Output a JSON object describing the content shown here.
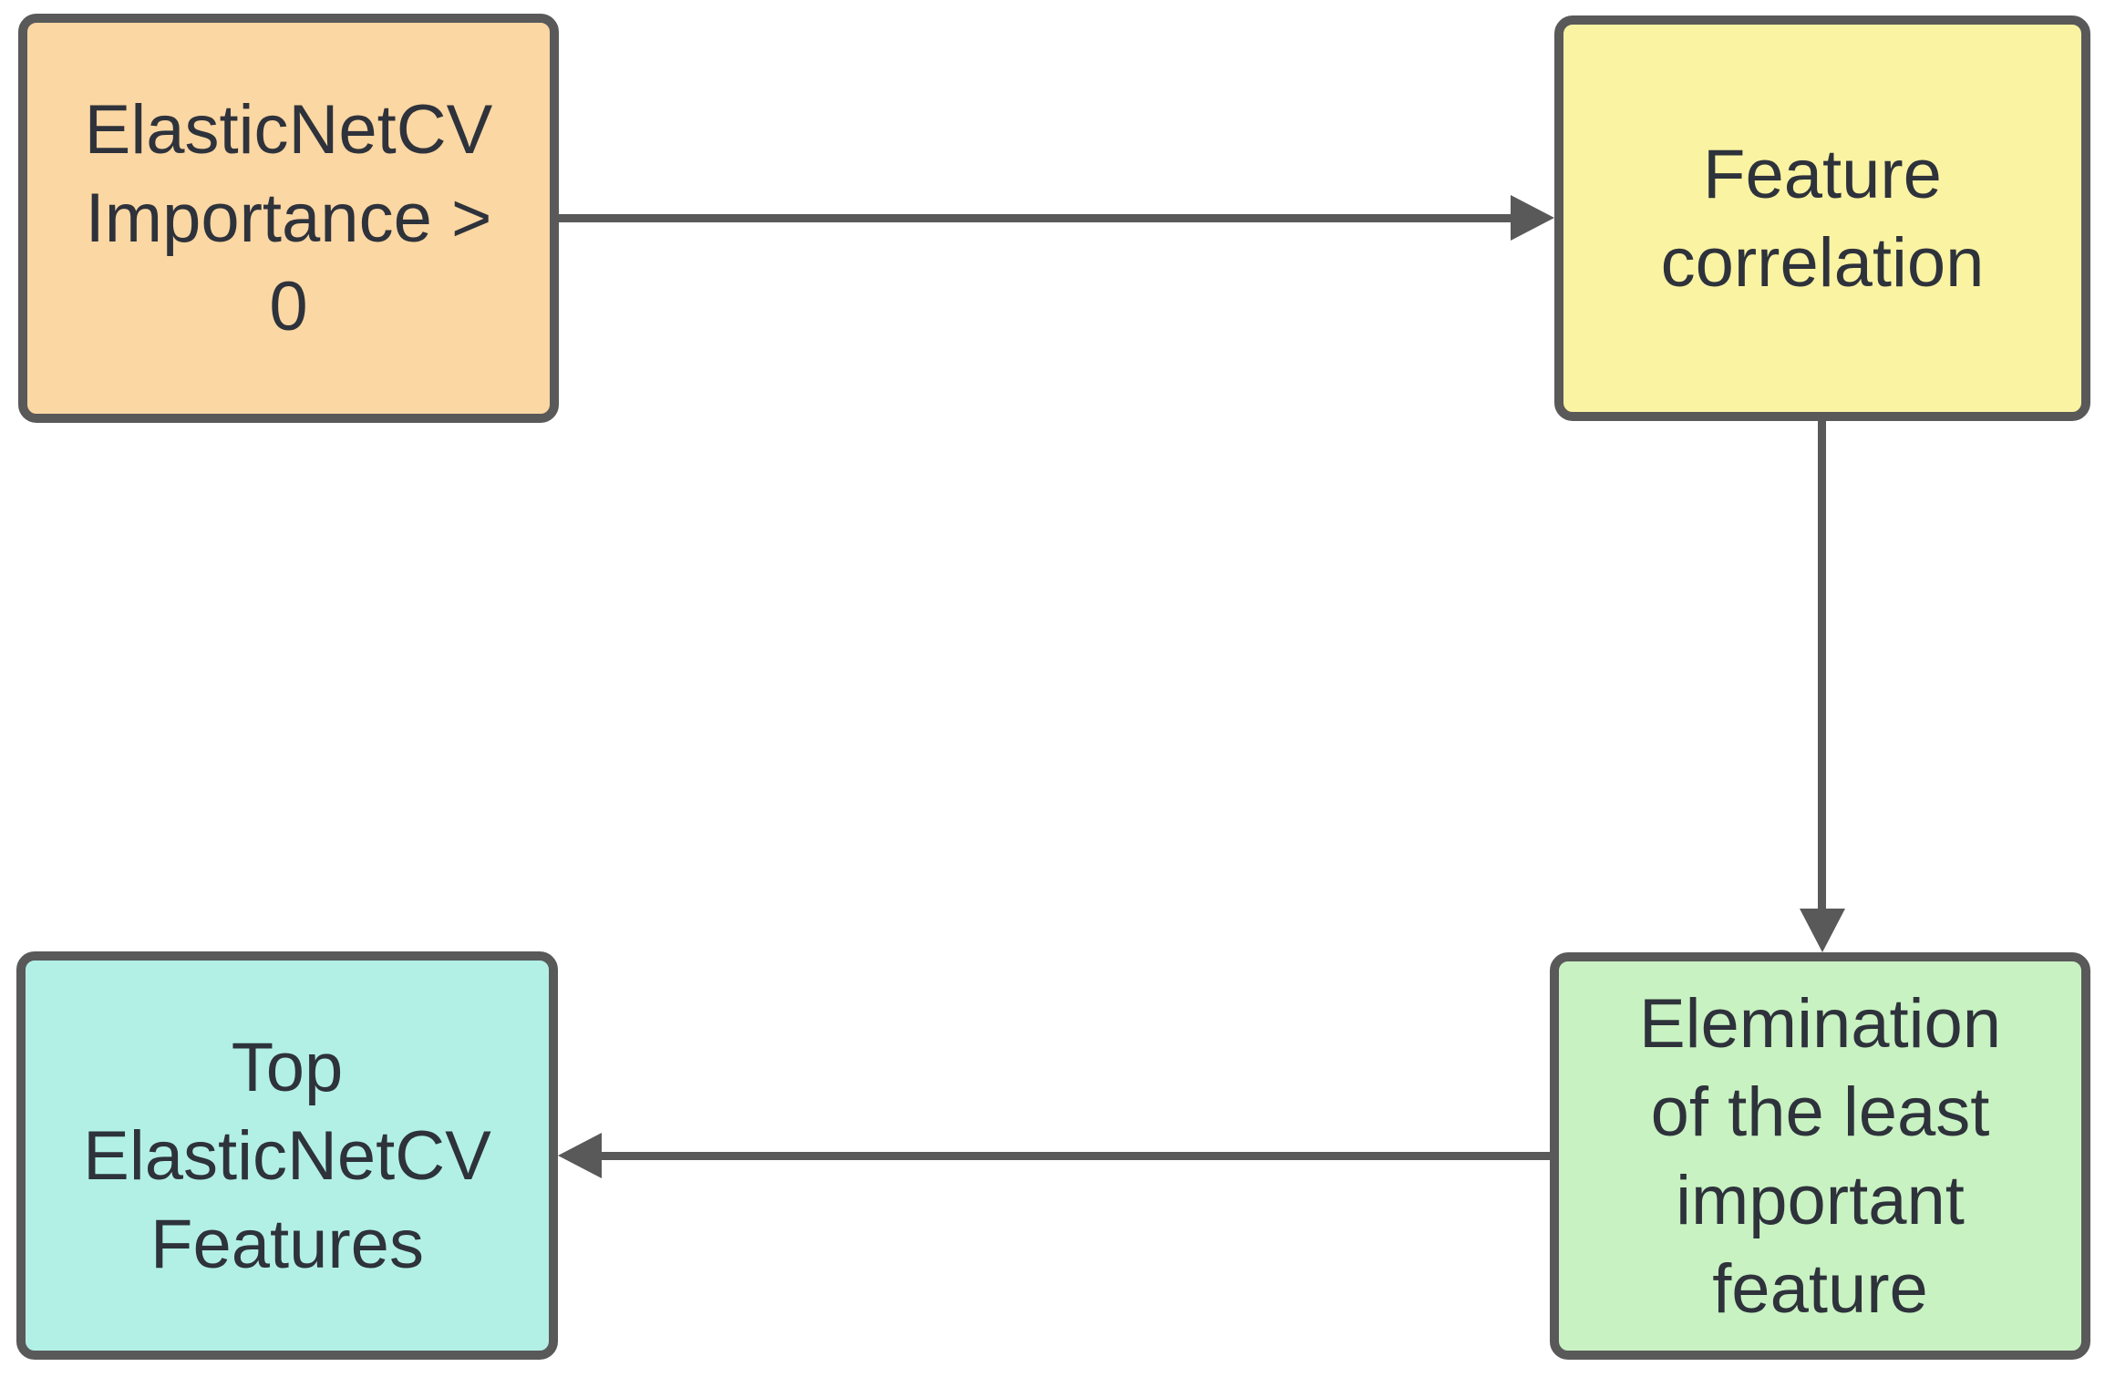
{
  "diagram": {
    "background_color": "#ffffff",
    "border_color": "#595959",
    "arrow_color": "#595959",
    "text_color": "#2e323b",
    "nodes": [
      {
        "id": "elasticnetcv-importance",
        "label": "ElasticNetCV\nImportance >\n0",
        "label_plain": "ElasticNetCV Importance > 0",
        "fill": "#fbd7a3"
      },
      {
        "id": "feature-correlation",
        "label": "Feature\ncorrelation",
        "label_plain": "Feature correlation",
        "fill": "#faf3a2"
      },
      {
        "id": "elimination-least-important",
        "label": "Elemination\nof the least\nimportant\nfeature",
        "label_plain": "Elemination of the least important feature",
        "fill": "#c8f2c2"
      },
      {
        "id": "top-elasticnetcv-features",
        "label": "Top\nElasticNetCV\nFeatures",
        "label_plain": "Top ElasticNetCV Features",
        "fill": "#b2f0e6"
      }
    ],
    "edges": [
      {
        "from": "elasticnetcv-importance",
        "to": "feature-correlation",
        "direction": "right"
      },
      {
        "from": "feature-correlation",
        "to": "elimination-least-important",
        "direction": "down"
      },
      {
        "from": "elimination-least-important",
        "to": "top-elasticnetcv-features",
        "direction": "left"
      }
    ]
  }
}
